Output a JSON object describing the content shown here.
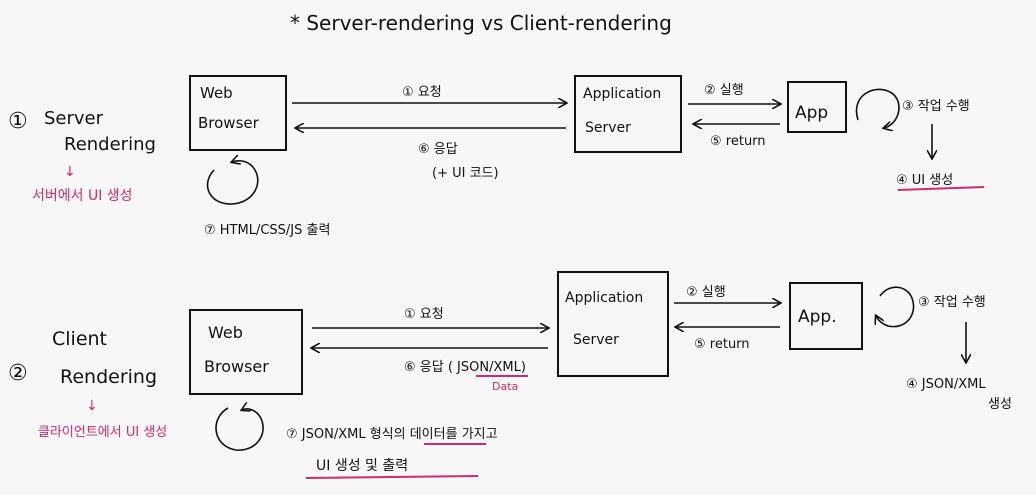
{
  "title": "* Server-rendering vs Client-rendering",
  "colors": {
    "ink": "#111111",
    "accent": "#d12a72",
    "background": "#f7f7f7"
  },
  "server": {
    "section_number": "①",
    "label_line1": "Server",
    "label_line2": "Rendering",
    "sub_label": "서버에서 UI 생성",
    "browser_line1": "Web",
    "browser_line2": "Browser",
    "server_line1": "Application",
    "server_line2": "Server",
    "app": "App",
    "step1": "① 요청",
    "step2": "② 실행",
    "step3": "③ 작업 수행",
    "step4": "④ UI 생성",
    "step5": "⑤ return",
    "step6_line1": "⑥ 응답",
    "step6_line2": "(+ UI 코드)",
    "step7": "⑦ HTML/CSS/JS 출력"
  },
  "client": {
    "section_number": "②",
    "label_line1": "Client",
    "label_line2": "Rendering",
    "sub_label": "클라이언트에서 UI 생성",
    "browser_line1": "Web",
    "browser_line2": "Browser",
    "server_line1": "Application",
    "server_line2": "Server",
    "app": "App.",
    "step1": "① 요청",
    "step2": "② 실행",
    "step3": "③ 작업 수행",
    "step4_line1": "④ JSON/XML",
    "step4_line2": "생성",
    "step5": "⑤ return",
    "step6": "⑥ 응답 ( JSON/XML)",
    "step6_note": "Data",
    "step7_line1": "⑦ JSON/XML 형식의 데이터를 가지고",
    "step7_line2": "UI 생성 및 출력"
  }
}
